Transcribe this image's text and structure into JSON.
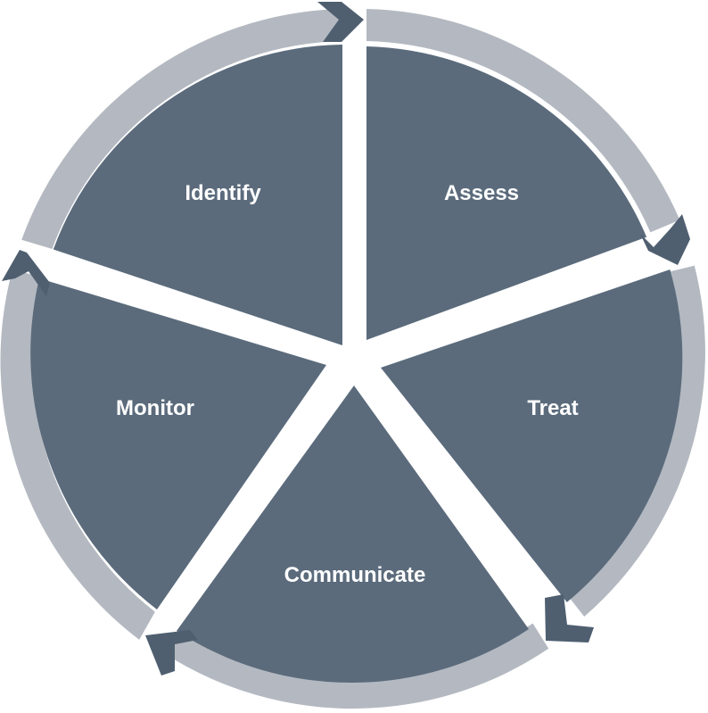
{
  "diagram": {
    "type": "cycle",
    "segments": [
      {
        "id": "identify",
        "label": "Identify"
      },
      {
        "id": "assess",
        "label": "Assess"
      },
      {
        "id": "treat",
        "label": "Treat"
      },
      {
        "id": "communicate",
        "label": "Communicate"
      },
      {
        "id": "monitor",
        "label": "Monitor"
      }
    ],
    "colors": {
      "segment_fill": "#5b6b7c",
      "ring_fill": "#b4b9c1",
      "arrow_fill": "#4f5f70",
      "label_text": "#ffffff",
      "background": "#ffffff"
    }
  }
}
